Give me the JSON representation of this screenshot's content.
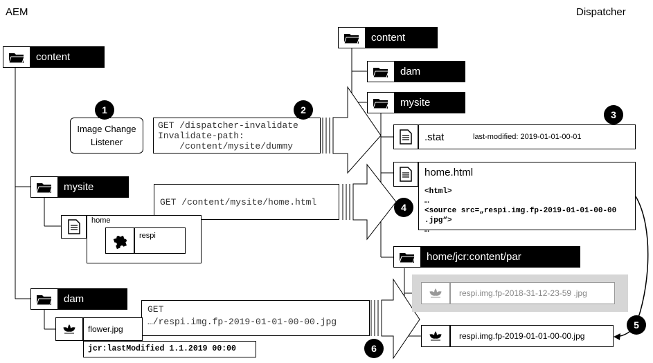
{
  "titles": {
    "left": "AEM",
    "right": "Dispatcher"
  },
  "aem": {
    "content": "content",
    "mysite": "mysite",
    "home": "home",
    "respi": "respi",
    "dam": "dam",
    "flower": "flower.jpg",
    "last_modified": "jcr:lastModified 1.1.2019 00:00"
  },
  "listener": "Image Change Listener",
  "steps": [
    "1",
    "2",
    "3",
    "4",
    "5",
    "6"
  ],
  "requests": {
    "invalidate": [
      "GET /dispatcher-invalidate",
      "Invalidate-path:",
      "    /content/mysite/dummy"
    ],
    "home": "GET /content/mysite/home.html",
    "image": [
      "GET",
      "…/respi.img.fp-2019-01-01-00-00.jpg"
    ]
  },
  "dispatcher": {
    "content": "content",
    "dam": "dam",
    "mysite": "mysite",
    "stat": ".stat",
    "stat_modified": "last-modified: 2019-01-01-00-01",
    "home_html": "home.html",
    "html_lines": [
      "<html>",
      "…",
      "<source src=„respi.img.fp-2019-01-01-00-00 .jpg“>",
      "…"
    ],
    "par": "home/jcr:content/par",
    "old_image": "respi.img.fp-2018-31-12-23-59 .jpg",
    "new_image": "respi.img.fp-2019-01-01-00-00.jpg"
  }
}
